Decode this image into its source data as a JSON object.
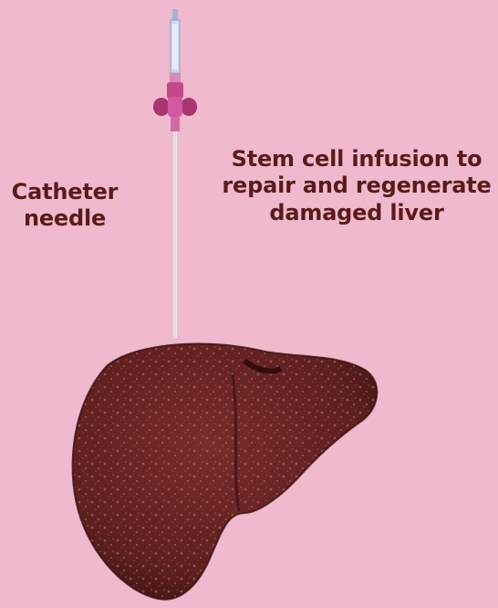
{
  "labels": {
    "catheter": {
      "line1": "Catheter",
      "line2": "needle"
    },
    "infusion": {
      "line1": "Stem cell infusion to",
      "line2": "repair and regenerate",
      "line3": "damaged liver"
    }
  },
  "colors": {
    "background": "#f1b9cd",
    "text": "#5a1a1a",
    "liver": "#6b2526",
    "needle_hub": "#c5488a"
  },
  "icons": {
    "needle": "catheter-needle-icon",
    "liver": "liver-illustration"
  }
}
